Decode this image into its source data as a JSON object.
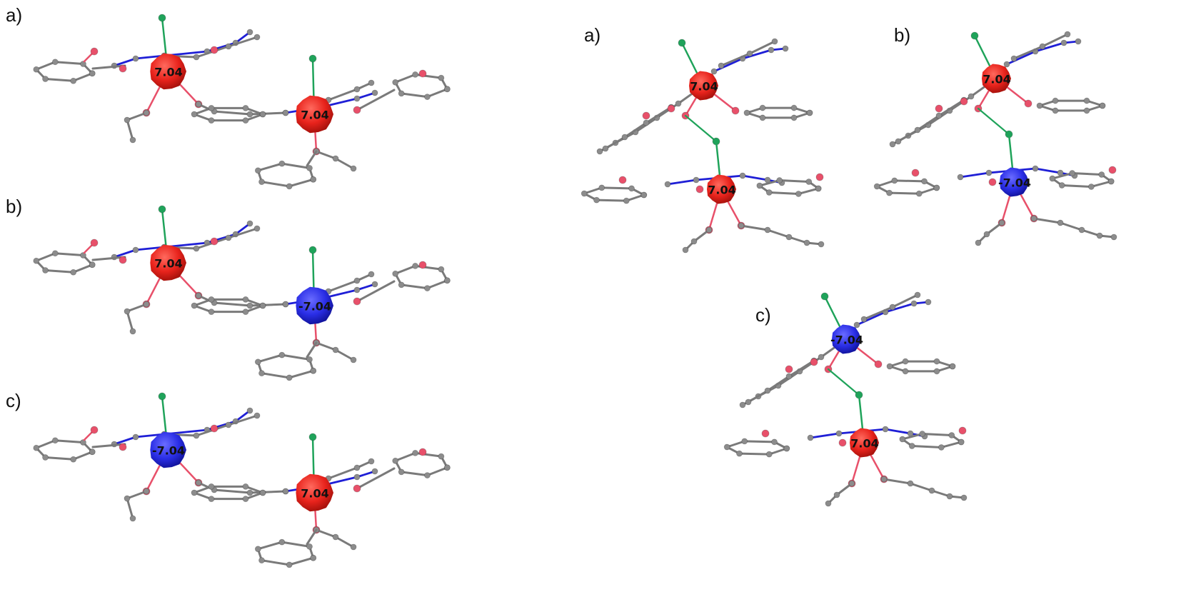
{
  "colors": {
    "alpha_spin": "#e8231c",
    "beta_spin": "#2a2ee6",
    "carbon": "#8c8c8c",
    "bond": "#7a7a7a",
    "nitrogen": "#1f1fd6",
    "oxygen": "#e8506a",
    "chlorine": "#1fa35a"
  },
  "left_panels": [
    {
      "label": "a)",
      "spins": [
        {
          "value": "7.04",
          "sign": "alpha"
        },
        {
          "value": "7.04",
          "sign": "alpha"
        }
      ]
    },
    {
      "label": "b)",
      "spins": [
        {
          "value": "7.04",
          "sign": "alpha"
        },
        {
          "value": "-7.04",
          "sign": "beta"
        }
      ]
    },
    {
      "label": "c)",
      "spins": [
        {
          "value": "-7.04",
          "sign": "beta"
        },
        {
          "value": "7.04",
          "sign": "alpha"
        }
      ]
    }
  ],
  "right_panels": [
    {
      "label": "a)",
      "spins": [
        {
          "value": "7.04",
          "sign": "alpha"
        },
        {
          "value": "7.04",
          "sign": "alpha"
        }
      ]
    },
    {
      "label": "b)",
      "spins": [
        {
          "value": "7.04",
          "sign": "alpha"
        },
        {
          "value": "-7.04",
          "sign": "beta"
        }
      ]
    },
    {
      "label": "c)",
      "spins": [
        {
          "value": "-7.04",
          "sign": "beta"
        },
        {
          "value": "7.04",
          "sign": "alpha"
        }
      ]
    }
  ]
}
